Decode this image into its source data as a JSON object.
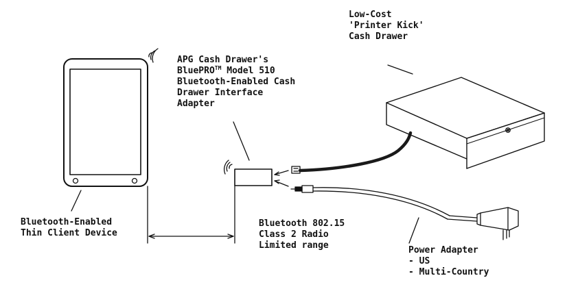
{
  "labels": {
    "cash_drawer": [
      "Low-Cost",
      "'Printer Kick'",
      "Cash Drawer"
    ],
    "adapter": {
      "line1": "APG Cash Drawer's",
      "line2_main": "BluePRO",
      "line2_tm": "TM",
      "line2_rest": " Model 510",
      "line3": "Bluetooth-Enabled Cash",
      "line4": "Drawer Interface",
      "line5": "Adapter"
    },
    "thin_client": [
      "Bluetooth-Enabled",
      "Thin Client Device"
    ],
    "range": [
      "Bluetooth 802.15",
      "Class 2 Radio",
      "Limited range"
    ],
    "power_adapter": [
      "Power Adapter",
      "- US",
      "- Multi-Country"
    ]
  },
  "colors": {
    "line": "#111111",
    "cable": "#1a1a1a",
    "background": "#ffffff"
  },
  "icons": [
    "bluetooth-signal-icon",
    "tablet-device",
    "adapter-box",
    "cash-drawer-box",
    "power-plug-icon"
  ]
}
